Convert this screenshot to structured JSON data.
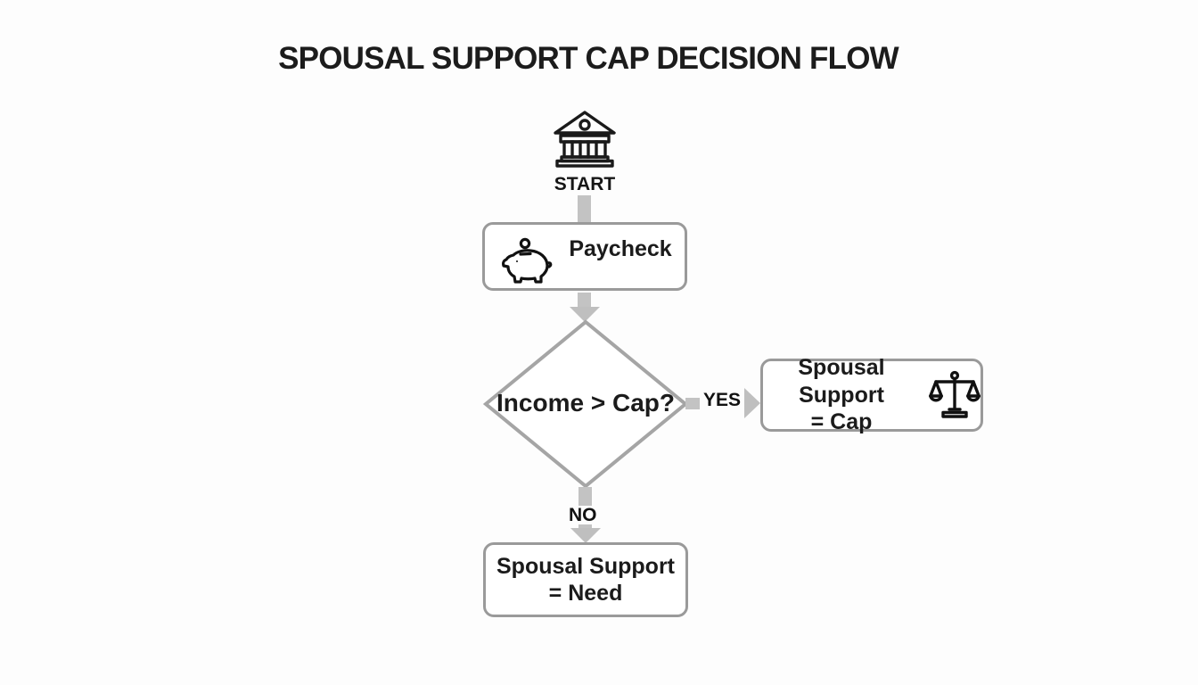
{
  "title": "SPOUSAL SUPPORT CAP DECISION FLOW",
  "colors": {
    "background": "#fdfdfd",
    "box_border": "#9a9a9a",
    "arrow_gray": "#c0c0c0",
    "text_dark": "#1d1d1d"
  },
  "flow": {
    "start": {
      "label": "START",
      "icon": "bank-icon"
    },
    "paycheck": {
      "label": "Paycheck",
      "icon": "piggy-bank-icon"
    },
    "decision": {
      "label": "Income > Cap?"
    },
    "edges": {
      "yes": "YES",
      "no": "NO"
    },
    "outcome_cap": {
      "line1": "Spousal Support",
      "line2": "= Cap",
      "icon": "scales-icon"
    },
    "outcome_need": {
      "line1": "Spousal Support",
      "line2": "= Need"
    }
  }
}
